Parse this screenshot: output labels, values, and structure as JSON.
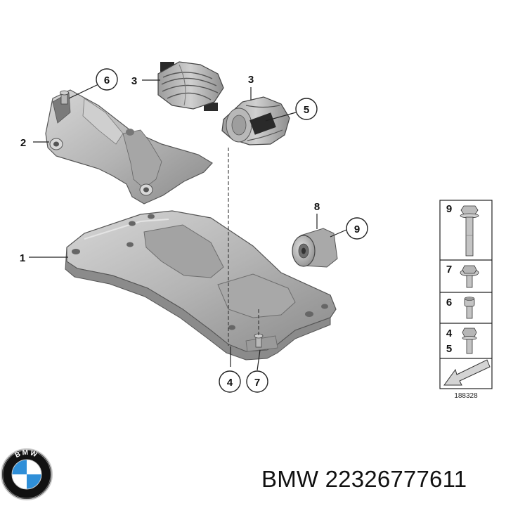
{
  "callouts": [
    "6",
    "3",
    "3",
    "5",
    "2",
    "8",
    "9",
    "1",
    "4",
    "7"
  ],
  "legend": {
    "rows": [
      "9",
      "7",
      "6",
      "4",
      "5"
    ],
    "reference": "188328"
  },
  "logo_text": "BMW",
  "caption": "BMW 22326777611",
  "colors": {
    "part_fill": "#b9b9b9",
    "part_shadow": "#8d8d8d",
    "part_highlight": "#dcdcdc",
    "line": "#222222"
  }
}
